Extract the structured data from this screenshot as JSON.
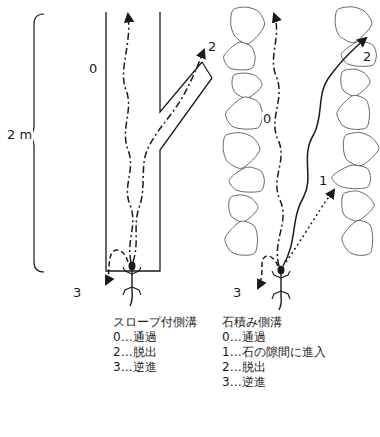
{
  "diagram": {
    "labels": [
      "2 m",
      "0",
      "2",
      "3",
      "0",
      "2",
      "1",
      "3",
      "スロープ付側溝",
      "0…通過",
      "2…脱出",
      "3…逆進",
      "石積み側溝",
      "0…通過",
      "1…石の隙間に進入",
      "2…脱出",
      "3…逆進"
    ]
  }
}
